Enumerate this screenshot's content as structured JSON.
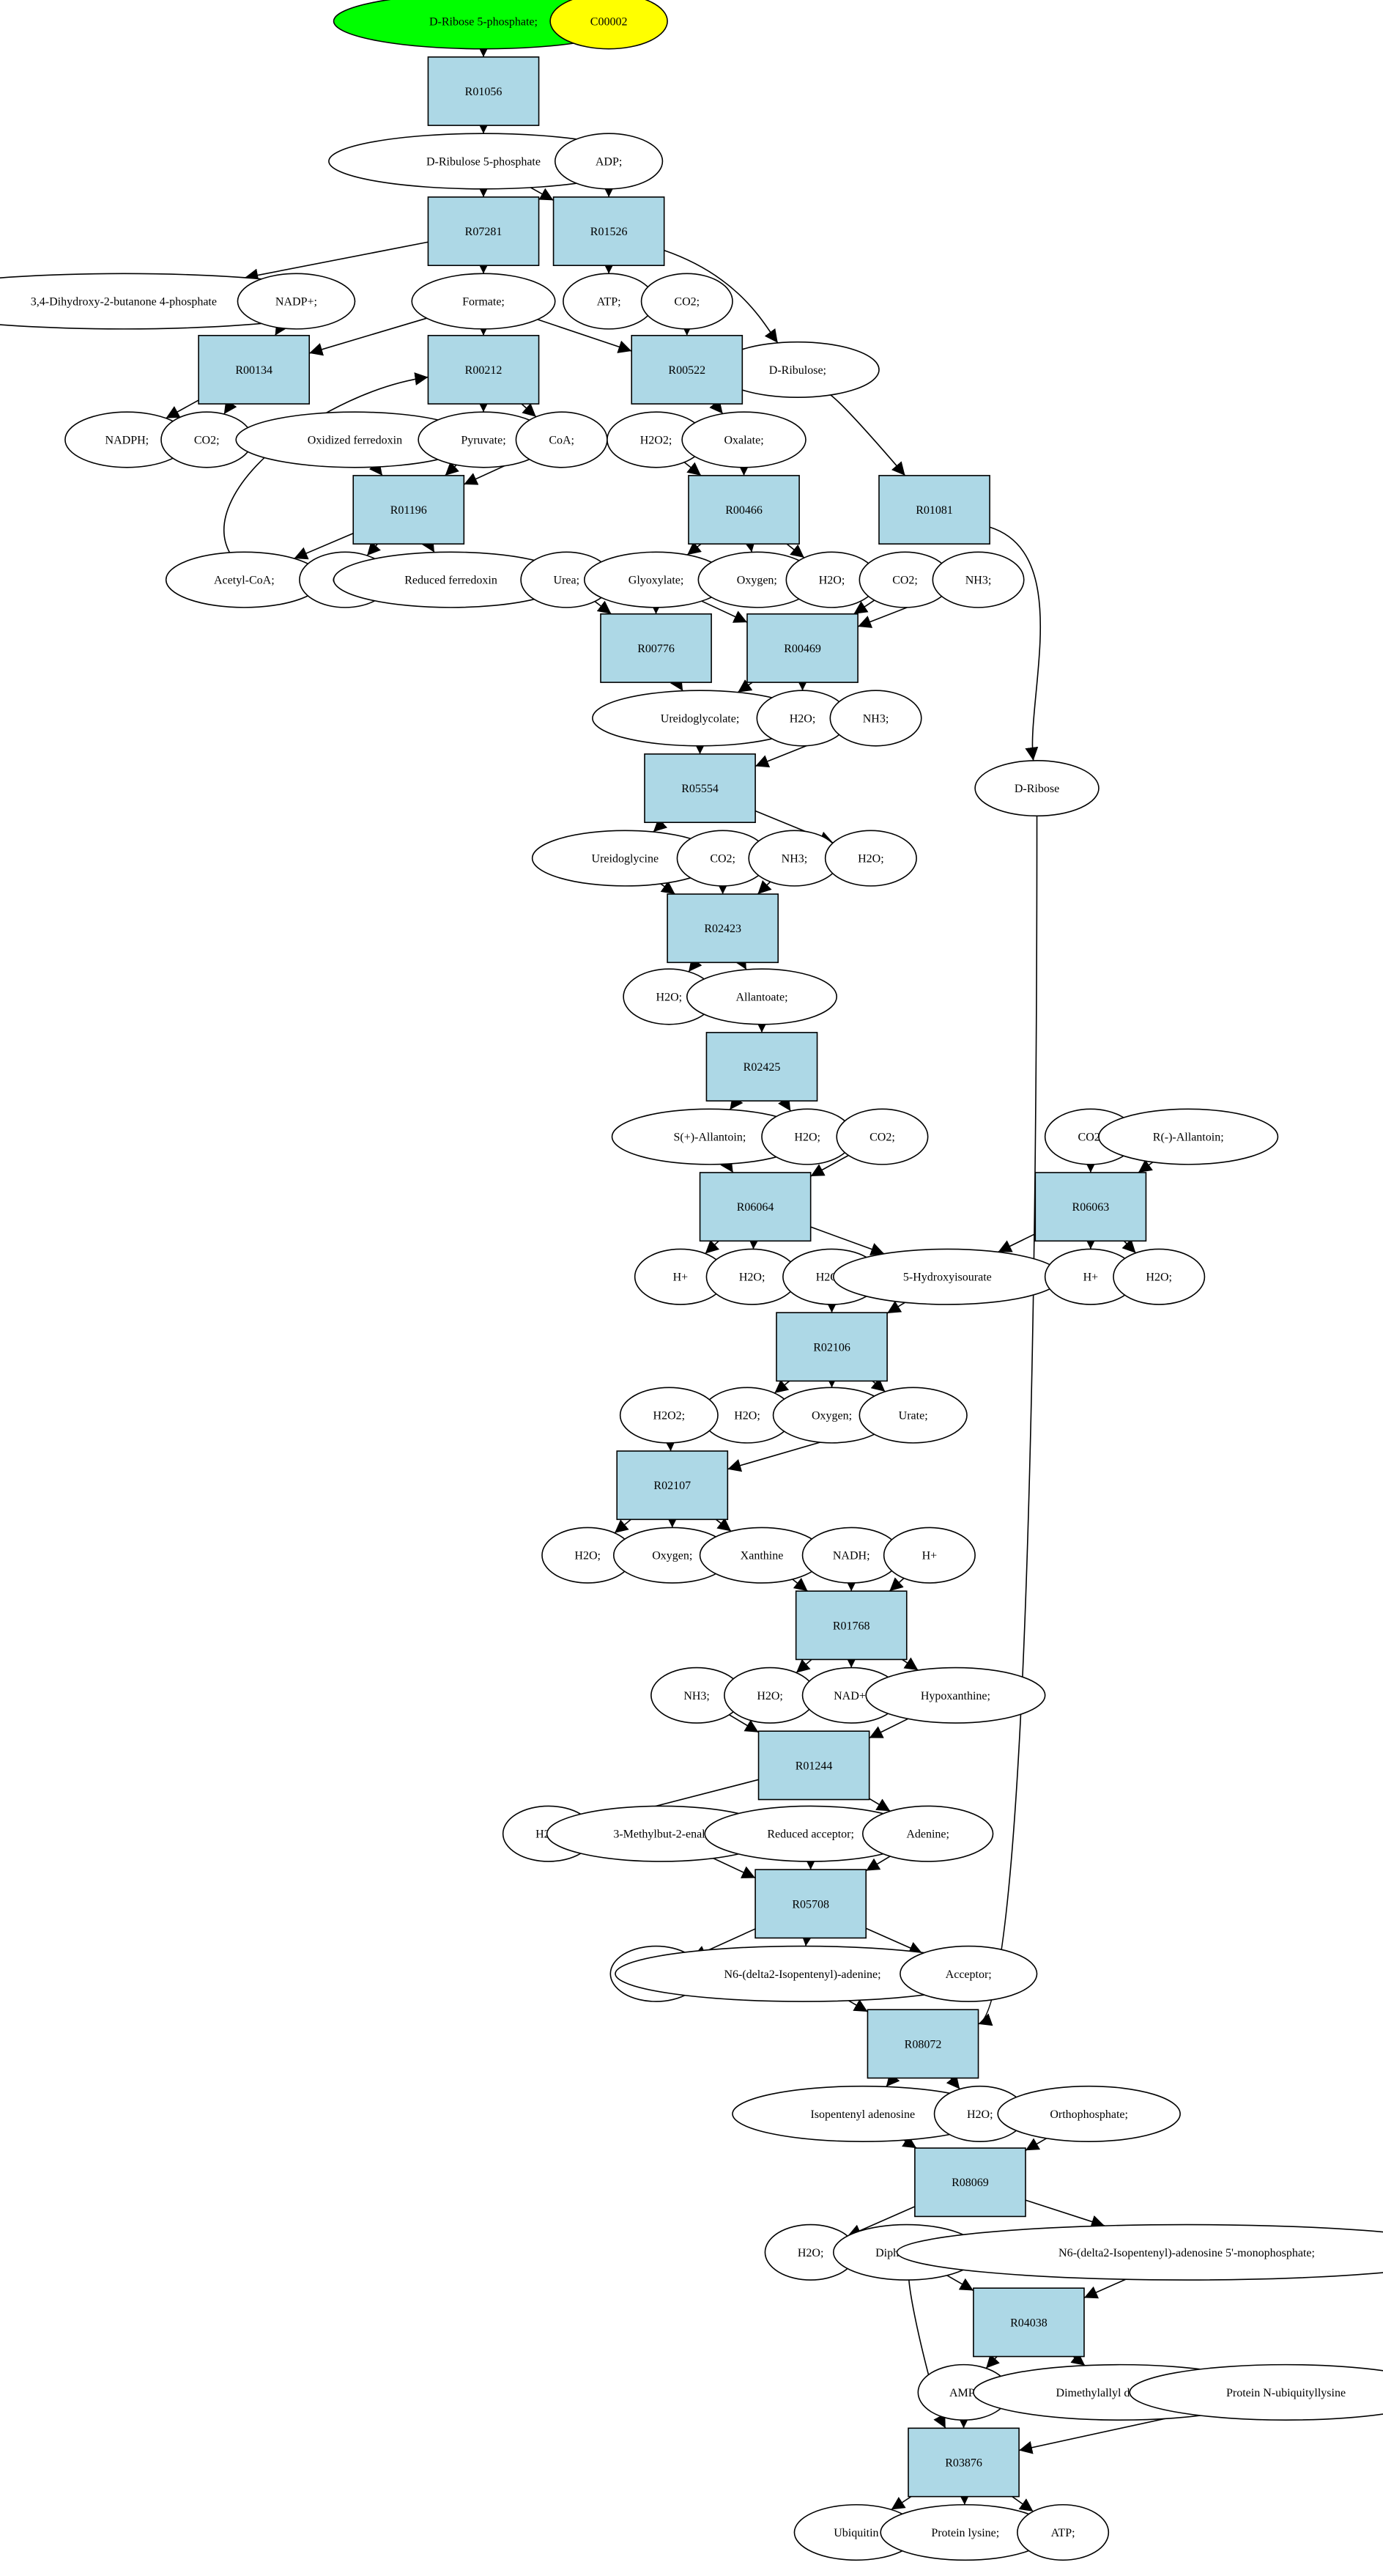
{
  "colors": {
    "reaction_fill": "#add8e6",
    "metabolite_fill": "#ffffff",
    "start_fill": "#00ff00",
    "highlight_fill": "#ffff00",
    "stroke": "#000000"
  },
  "nodes": [
    {
      "id": "n_drib5p_start",
      "label": "D-Ribose 5-phosphate;",
      "type": "start"
    },
    {
      "id": "n_c00002",
      "label": "C00002",
      "type": "highlight"
    },
    {
      "id": "r_R01056",
      "label": "R01056",
      "type": "reaction"
    },
    {
      "id": "n_drul5p",
      "label": "D-Ribulose 5-phosphate",
      "type": "metabolite"
    },
    {
      "id": "n_adp",
      "label": "ADP;",
      "type": "metabolite"
    },
    {
      "id": "r_R07281",
      "label": "R07281",
      "type": "reaction"
    },
    {
      "id": "r_R01526",
      "label": "R01526",
      "type": "reaction"
    },
    {
      "id": "n_dhbp",
      "label": "3,4-Dihydroxy-2-butanone 4-phosphate",
      "type": "metabolite"
    },
    {
      "id": "n_nadpp",
      "label": "NADP+;",
      "type": "metabolite"
    },
    {
      "id": "n_formate",
      "label": "Formate;",
      "type": "metabolite"
    },
    {
      "id": "n_atp1",
      "label": "ATP;",
      "type": "metabolite"
    },
    {
      "id": "n_co2_a",
      "label": "CO2;",
      "type": "metabolite"
    },
    {
      "id": "n_dribulose",
      "label": "D-Ribulose;",
      "type": "metabolite"
    },
    {
      "id": "r_R00134",
      "label": "R00134",
      "type": "reaction"
    },
    {
      "id": "r_R00212",
      "label": "R00212",
      "type": "reaction"
    },
    {
      "id": "r_R00522",
      "label": "R00522",
      "type": "reaction"
    },
    {
      "id": "n_nadph",
      "label": "NADPH;",
      "type": "metabolite"
    },
    {
      "id": "n_co2_b",
      "label": "CO2;",
      "type": "metabolite"
    },
    {
      "id": "n_oxfd",
      "label": "Oxidized ferredoxin",
      "type": "metabolite"
    },
    {
      "id": "n_pyruvate",
      "label": "Pyruvate;",
      "type": "metabolite"
    },
    {
      "id": "n_coa",
      "label": "CoA;",
      "type": "metabolite"
    },
    {
      "id": "n_h2o2_a",
      "label": "H2O2;",
      "type": "metabolite"
    },
    {
      "id": "n_oxalate",
      "label": "Oxalate;",
      "type": "metabolite"
    },
    {
      "id": "r_R01196",
      "label": "R01196",
      "type": "reaction"
    },
    {
      "id": "r_R00466",
      "label": "R00466",
      "type": "reaction"
    },
    {
      "id": "r_R01081",
      "label": "R01081",
      "type": "reaction"
    },
    {
      "id": "n_acetylcoa",
      "label": "Acetyl-CoA;",
      "type": "metabolite"
    },
    {
      "id": "n_co2_c",
      "label": "CO2;",
      "type": "metabolite"
    },
    {
      "id": "n_redfd",
      "label": "Reduced ferredoxin",
      "type": "metabolite"
    },
    {
      "id": "n_urea",
      "label": "Urea;",
      "type": "metabolite"
    },
    {
      "id": "n_glyoxylate",
      "label": "Glyoxylate;",
      "type": "metabolite"
    },
    {
      "id": "n_oxygen_a",
      "label": "Oxygen;",
      "type": "metabolite"
    },
    {
      "id": "n_h2o_a",
      "label": "H2O;",
      "type": "metabolite"
    },
    {
      "id": "n_co2_d",
      "label": "CO2;",
      "type": "metabolite"
    },
    {
      "id": "n_nh3_a",
      "label": "NH3;",
      "type": "metabolite"
    },
    {
      "id": "r_R00776",
      "label": "R00776",
      "type": "reaction"
    },
    {
      "id": "r_R00469",
      "label": "R00469",
      "type": "reaction"
    },
    {
      "id": "n_ureidoglycolate",
      "label": "Ureidoglycolate;",
      "type": "metabolite"
    },
    {
      "id": "n_h2o_b",
      "label": "H2O;",
      "type": "metabolite"
    },
    {
      "id": "n_nh3_b",
      "label": "NH3;",
      "type": "metabolite"
    },
    {
      "id": "r_R05554",
      "label": "R05554",
      "type": "reaction"
    },
    {
      "id": "n_dribose",
      "label": "D-Ribose",
      "type": "metabolite"
    },
    {
      "id": "n_ureidoglycine",
      "label": "Ureidoglycine",
      "type": "metabolite"
    },
    {
      "id": "n_co2_e",
      "label": "CO2;",
      "type": "metabolite"
    },
    {
      "id": "n_nh3_c",
      "label": "NH3;",
      "type": "metabolite"
    },
    {
      "id": "n_h2o_c",
      "label": "H2O;",
      "type": "metabolite"
    },
    {
      "id": "r_R02423",
      "label": "R02423",
      "type": "reaction"
    },
    {
      "id": "n_h2o_d",
      "label": "H2O;",
      "type": "metabolite"
    },
    {
      "id": "n_allantoate",
      "label": "Allantoate;",
      "type": "metabolite"
    },
    {
      "id": "r_R02425",
      "label": "R02425",
      "type": "reaction"
    },
    {
      "id": "n_sallantoin",
      "label": "S(+)-Allantoin;",
      "type": "metabolite"
    },
    {
      "id": "n_h2o_e",
      "label": "H2O;",
      "type": "metabolite"
    },
    {
      "id": "n_co2_f",
      "label": "CO2;",
      "type": "metabolite"
    },
    {
      "id": "n_co2_g",
      "label": "CO2;",
      "type": "metabolite"
    },
    {
      "id": "n_rallantoin",
      "label": "R(-)-Allantoin;",
      "type": "metabolite"
    },
    {
      "id": "r_R06064",
      "label": "R06064",
      "type": "reaction"
    },
    {
      "id": "r_R06063",
      "label": "R06063",
      "type": "reaction"
    },
    {
      "id": "n_hplus_a",
      "label": "H+",
      "type": "metabolite"
    },
    {
      "id": "n_h2o_f",
      "label": "H2O;",
      "type": "metabolite"
    },
    {
      "id": "n_h2o2_b",
      "label": "H2O2;",
      "type": "metabolite"
    },
    {
      "id": "n_5hiu",
      "label": "5-Hydroxyisourate",
      "type": "metabolite"
    },
    {
      "id": "n_hplus_b",
      "label": "H+",
      "type": "metabolite"
    },
    {
      "id": "n_h2o_g",
      "label": "H2O;",
      "type": "metabolite"
    },
    {
      "id": "r_R02106",
      "label": "R02106",
      "type": "reaction"
    },
    {
      "id": "n_h2o_h",
      "label": "H2O;",
      "type": "metabolite"
    },
    {
      "id": "n_oxygen_b",
      "label": "Oxygen;",
      "type": "metabolite"
    },
    {
      "id": "n_urate",
      "label": "Urate;",
      "type": "metabolite"
    },
    {
      "id": "n_h2o2_c",
      "label": "H2O2;",
      "type": "metabolite"
    },
    {
      "id": "r_R02107",
      "label": "R02107",
      "type": "reaction"
    },
    {
      "id": "n_h2o_i",
      "label": "H2O;",
      "type": "metabolite"
    },
    {
      "id": "n_oxygen_c",
      "label": "Oxygen;",
      "type": "metabolite"
    },
    {
      "id": "n_xanthine",
      "label": "Xanthine",
      "type": "metabolite"
    },
    {
      "id": "n_nadh",
      "label": "NADH;",
      "type": "metabolite"
    },
    {
      "id": "n_hplus_c",
      "label": "H+",
      "type": "metabolite"
    },
    {
      "id": "r_R01768",
      "label": "R01768",
      "type": "reaction"
    },
    {
      "id": "n_nh3_d",
      "label": "NH3;",
      "type": "metabolite"
    },
    {
      "id": "n_h2o_j",
      "label": "H2O;",
      "type": "metabolite"
    },
    {
      "id": "n_nadp",
      "label": "NAD+;",
      "type": "metabolite"
    },
    {
      "id": "n_hypoxanthine",
      "label": "Hypoxanthine;",
      "type": "metabolite"
    },
    {
      "id": "r_R01244",
      "label": "R01244",
      "type": "reaction"
    },
    {
      "id": "n_h2o_k",
      "label": "H2O;",
      "type": "metabolite"
    },
    {
      "id": "n_3mb2enal",
      "label": "3-Methylbut-2-enal;",
      "type": "metabolite"
    },
    {
      "id": "n_redacc",
      "label": "Reduced acceptor;",
      "type": "metabolite"
    },
    {
      "id": "n_adenine",
      "label": "Adenine;",
      "type": "metabolite"
    },
    {
      "id": "r_R05708",
      "label": "R05708",
      "type": "reaction"
    },
    {
      "id": "n_h2o_l",
      "label": "H2O;",
      "type": "metabolite"
    },
    {
      "id": "n_n6adenine",
      "label": "N6-(delta2-Isopentenyl)-adenine;",
      "type": "metabolite"
    },
    {
      "id": "n_acceptor",
      "label": "Acceptor;",
      "type": "metabolite"
    },
    {
      "id": "r_R08072",
      "label": "R08072",
      "type": "reaction"
    },
    {
      "id": "n_ipado",
      "label": "Isopentenyl adenosine",
      "type": "metabolite"
    },
    {
      "id": "n_h2o_m",
      "label": "H2O;",
      "type": "metabolite"
    },
    {
      "id": "n_orthophosphate",
      "label": "Orthophosphate;",
      "type": "metabolite"
    },
    {
      "id": "r_R08069",
      "label": "R08069",
      "type": "reaction"
    },
    {
      "id": "n_h2o_n",
      "label": "H2O;",
      "type": "metabolite"
    },
    {
      "id": "n_diphosphate",
      "label": "Diphosphate;",
      "type": "metabolite"
    },
    {
      "id": "n_n6amp",
      "label": "N6-(delta2-Isopentenyl)-adenosine 5'-monophosphate;",
      "type": "metabolite"
    },
    {
      "id": "r_R04038",
      "label": "R04038",
      "type": "reaction"
    },
    {
      "id": "n_amp",
      "label": "AMP;",
      "type": "metabolite"
    },
    {
      "id": "n_dmapp",
      "label": "Dimethylallyl diphosphate;",
      "type": "metabolite"
    },
    {
      "id": "n_protubk",
      "label": "Protein N-ubiquityllysine",
      "type": "metabolite"
    },
    {
      "id": "r_R03876",
      "label": "R03876",
      "type": "reaction"
    },
    {
      "id": "n_ubiquitin",
      "label": "Ubiquitin",
      "type": "metabolite"
    },
    {
      "id": "n_protlys",
      "label": "Protein lysine;",
      "type": "metabolite"
    },
    {
      "id": "n_atp2",
      "label": "ATP;",
      "type": "metabolite"
    }
  ],
  "edges": [
    [
      "n_drib5p_start",
      "r_R01056"
    ],
    [
      "r_R01056",
      "n_drul5p"
    ],
    [
      "n_drul5p",
      "r_R07281"
    ],
    [
      "n_drul5p",
      "r_R01526"
    ],
    [
      "n_adp",
      "r_R01526"
    ],
    [
      "r_R07281",
      "n_dhbp"
    ],
    [
      "r_R07281",
      "n_formate"
    ],
    [
      "r_R01526",
      "n_atp1"
    ],
    [
      "r_R01526",
      "n_dribulose"
    ],
    [
      "n_nadpp",
      "r_R00134"
    ],
    [
      "n_formate",
      "r_R00134"
    ],
    [
      "n_formate",
      "r_R00212"
    ],
    [
      "n_formate",
      "r_R00522"
    ],
    [
      "n_co2_a",
      "r_R00522"
    ],
    [
      "r_R00134",
      "n_nadph"
    ],
    [
      "r_R00134",
      "n_co2_b"
    ],
    [
      "r_R00212",
      "n_pyruvate"
    ],
    [
      "r_R00212",
      "n_coa"
    ],
    [
      "n_acetylcoa",
      "r_R00212"
    ],
    [
      "r_R00522",
      "n_oxalate"
    ],
    [
      "n_dribulose",
      "r_R01081"
    ],
    [
      "n_oxfd",
      "r_R01196"
    ],
    [
      "n_pyruvate",
      "r_R01196"
    ],
    [
      "n_coa",
      "r_R01196"
    ],
    [
      "n_h2o2_a",
      "r_R00466"
    ],
    [
      "n_oxalate",
      "r_R00466"
    ],
    [
      "r_R01196",
      "n_acetylcoa"
    ],
    [
      "r_R01196",
      "n_co2_c"
    ],
    [
      "r_R01196",
      "n_redfd"
    ],
    [
      "r_R00466",
      "n_glyoxylate"
    ],
    [
      "r_R00466",
      "n_oxygen_a"
    ],
    [
      "r_R00466",
      "n_h2o_a"
    ],
    [
      "r_R01081",
      "n_dribose"
    ],
    [
      "n_urea",
      "r_R00776"
    ],
    [
      "n_glyoxylate",
      "r_R00776"
    ],
    [
      "n_glyoxylate",
      "r_R00469"
    ],
    [
      "n_co2_d",
      "r_R00469"
    ],
    [
      "n_nh3_a",
      "r_R00469"
    ],
    [
      "r_R00776",
      "n_ureidoglycolate"
    ],
    [
      "r_R00469",
      "n_ureidoglycolate"
    ],
    [
      "r_R00469",
      "n_h2o_b"
    ],
    [
      "n_ureidoglycolate",
      "r_R05554"
    ],
    [
      "n_nh3_b",
      "r_R05554"
    ],
    [
      "r_R05554",
      "n_ureidoglycine"
    ],
    [
      "r_R05554",
      "n_h2o_c"
    ],
    [
      "n_ureidoglycine",
      "r_R02423"
    ],
    [
      "n_co2_e",
      "r_R02423"
    ],
    [
      "n_nh3_c",
      "r_R02423"
    ],
    [
      "r_R02423",
      "n_h2o_d"
    ],
    [
      "r_R02423",
      "n_allantoate"
    ],
    [
      "n_allantoate",
      "r_R02425"
    ],
    [
      "r_R02425",
      "n_sallantoin"
    ],
    [
      "r_R02425",
      "n_h2o_e"
    ],
    [
      "n_sallantoin",
      "r_R06064"
    ],
    [
      "n_co2_f",
      "r_R06064"
    ],
    [
      "n_co2_g",
      "r_R06063"
    ],
    [
      "n_rallantoin",
      "r_R06063"
    ],
    [
      "r_R06064",
      "n_hplus_a"
    ],
    [
      "r_R06064",
      "n_h2o_f"
    ],
    [
      "r_R06064",
      "n_5hiu"
    ],
    [
      "r_R06063",
      "n_5hiu"
    ],
    [
      "r_R06063",
      "n_hplus_b"
    ],
    [
      "r_R06063",
      "n_h2o_g"
    ],
    [
      "n_h2o2_b",
      "r_R02106"
    ],
    [
      "n_5hiu",
      "r_R02106"
    ],
    [
      "r_R02106",
      "n_h2o_h"
    ],
    [
      "r_R02106",
      "n_oxygen_b"
    ],
    [
      "r_R02106",
      "n_urate"
    ],
    [
      "n_h2o2_c",
      "r_R02107"
    ],
    [
      "n_urate",
      "r_R02107"
    ],
    [
      "r_R02107",
      "n_h2o_i"
    ],
    [
      "r_R02107",
      "n_oxygen_c"
    ],
    [
      "r_R02107",
      "n_xanthine"
    ],
    [
      "n_xanthine",
      "r_R01768"
    ],
    [
      "n_nadh",
      "r_R01768"
    ],
    [
      "n_hplus_c",
      "r_R01768"
    ],
    [
      "r_R01768",
      "n_h2o_j"
    ],
    [
      "r_R01768",
      "n_nadp"
    ],
    [
      "r_R01768",
      "n_hypoxanthine"
    ],
    [
      "n_nh3_d",
      "r_R01244"
    ],
    [
      "n_hypoxanthine",
      "r_R01244"
    ],
    [
      "r_R01244",
      "n_h2o_k"
    ],
    [
      "r_R01244",
      "n_adenine"
    ],
    [
      "n_3mb2enal",
      "r_R05708"
    ],
    [
      "n_redacc",
      "r_R05708"
    ],
    [
      "n_adenine",
      "r_R05708"
    ],
    [
      "r_R05708",
      "n_h2o_l"
    ],
    [
      "r_R05708",
      "n_n6adenine"
    ],
    [
      "r_R05708",
      "n_acceptor"
    ],
    [
      "n_n6adenine",
      "r_R08072"
    ],
    [
      "n_dribose",
      "r_R08072"
    ],
    [
      "r_R08072",
      "n_ipado"
    ],
    [
      "r_R08072",
      "n_h2o_m"
    ],
    [
      "n_ipado",
      "r_R08069"
    ],
    [
      "n_orthophosphate",
      "r_R08069"
    ],
    [
      "r_R08069",
      "n_h2o_n"
    ],
    [
      "r_R08069",
      "n_n6amp"
    ],
    [
      "n_diphosphate",
      "r_R04038"
    ],
    [
      "n_n6amp",
      "r_R04038"
    ],
    [
      "r_R04038",
      "n_amp"
    ],
    [
      "r_R04038",
      "n_dmapp"
    ],
    [
      "n_amp",
      "r_R03876"
    ],
    [
      "n_diphosphate",
      "r_R03876"
    ],
    [
      "n_protubk",
      "r_R03876"
    ],
    [
      "r_R03876",
      "n_ubiquitin"
    ],
    [
      "r_R03876",
      "n_protlys"
    ],
    [
      "r_R03876",
      "n_atp2"
    ]
  ]
}
